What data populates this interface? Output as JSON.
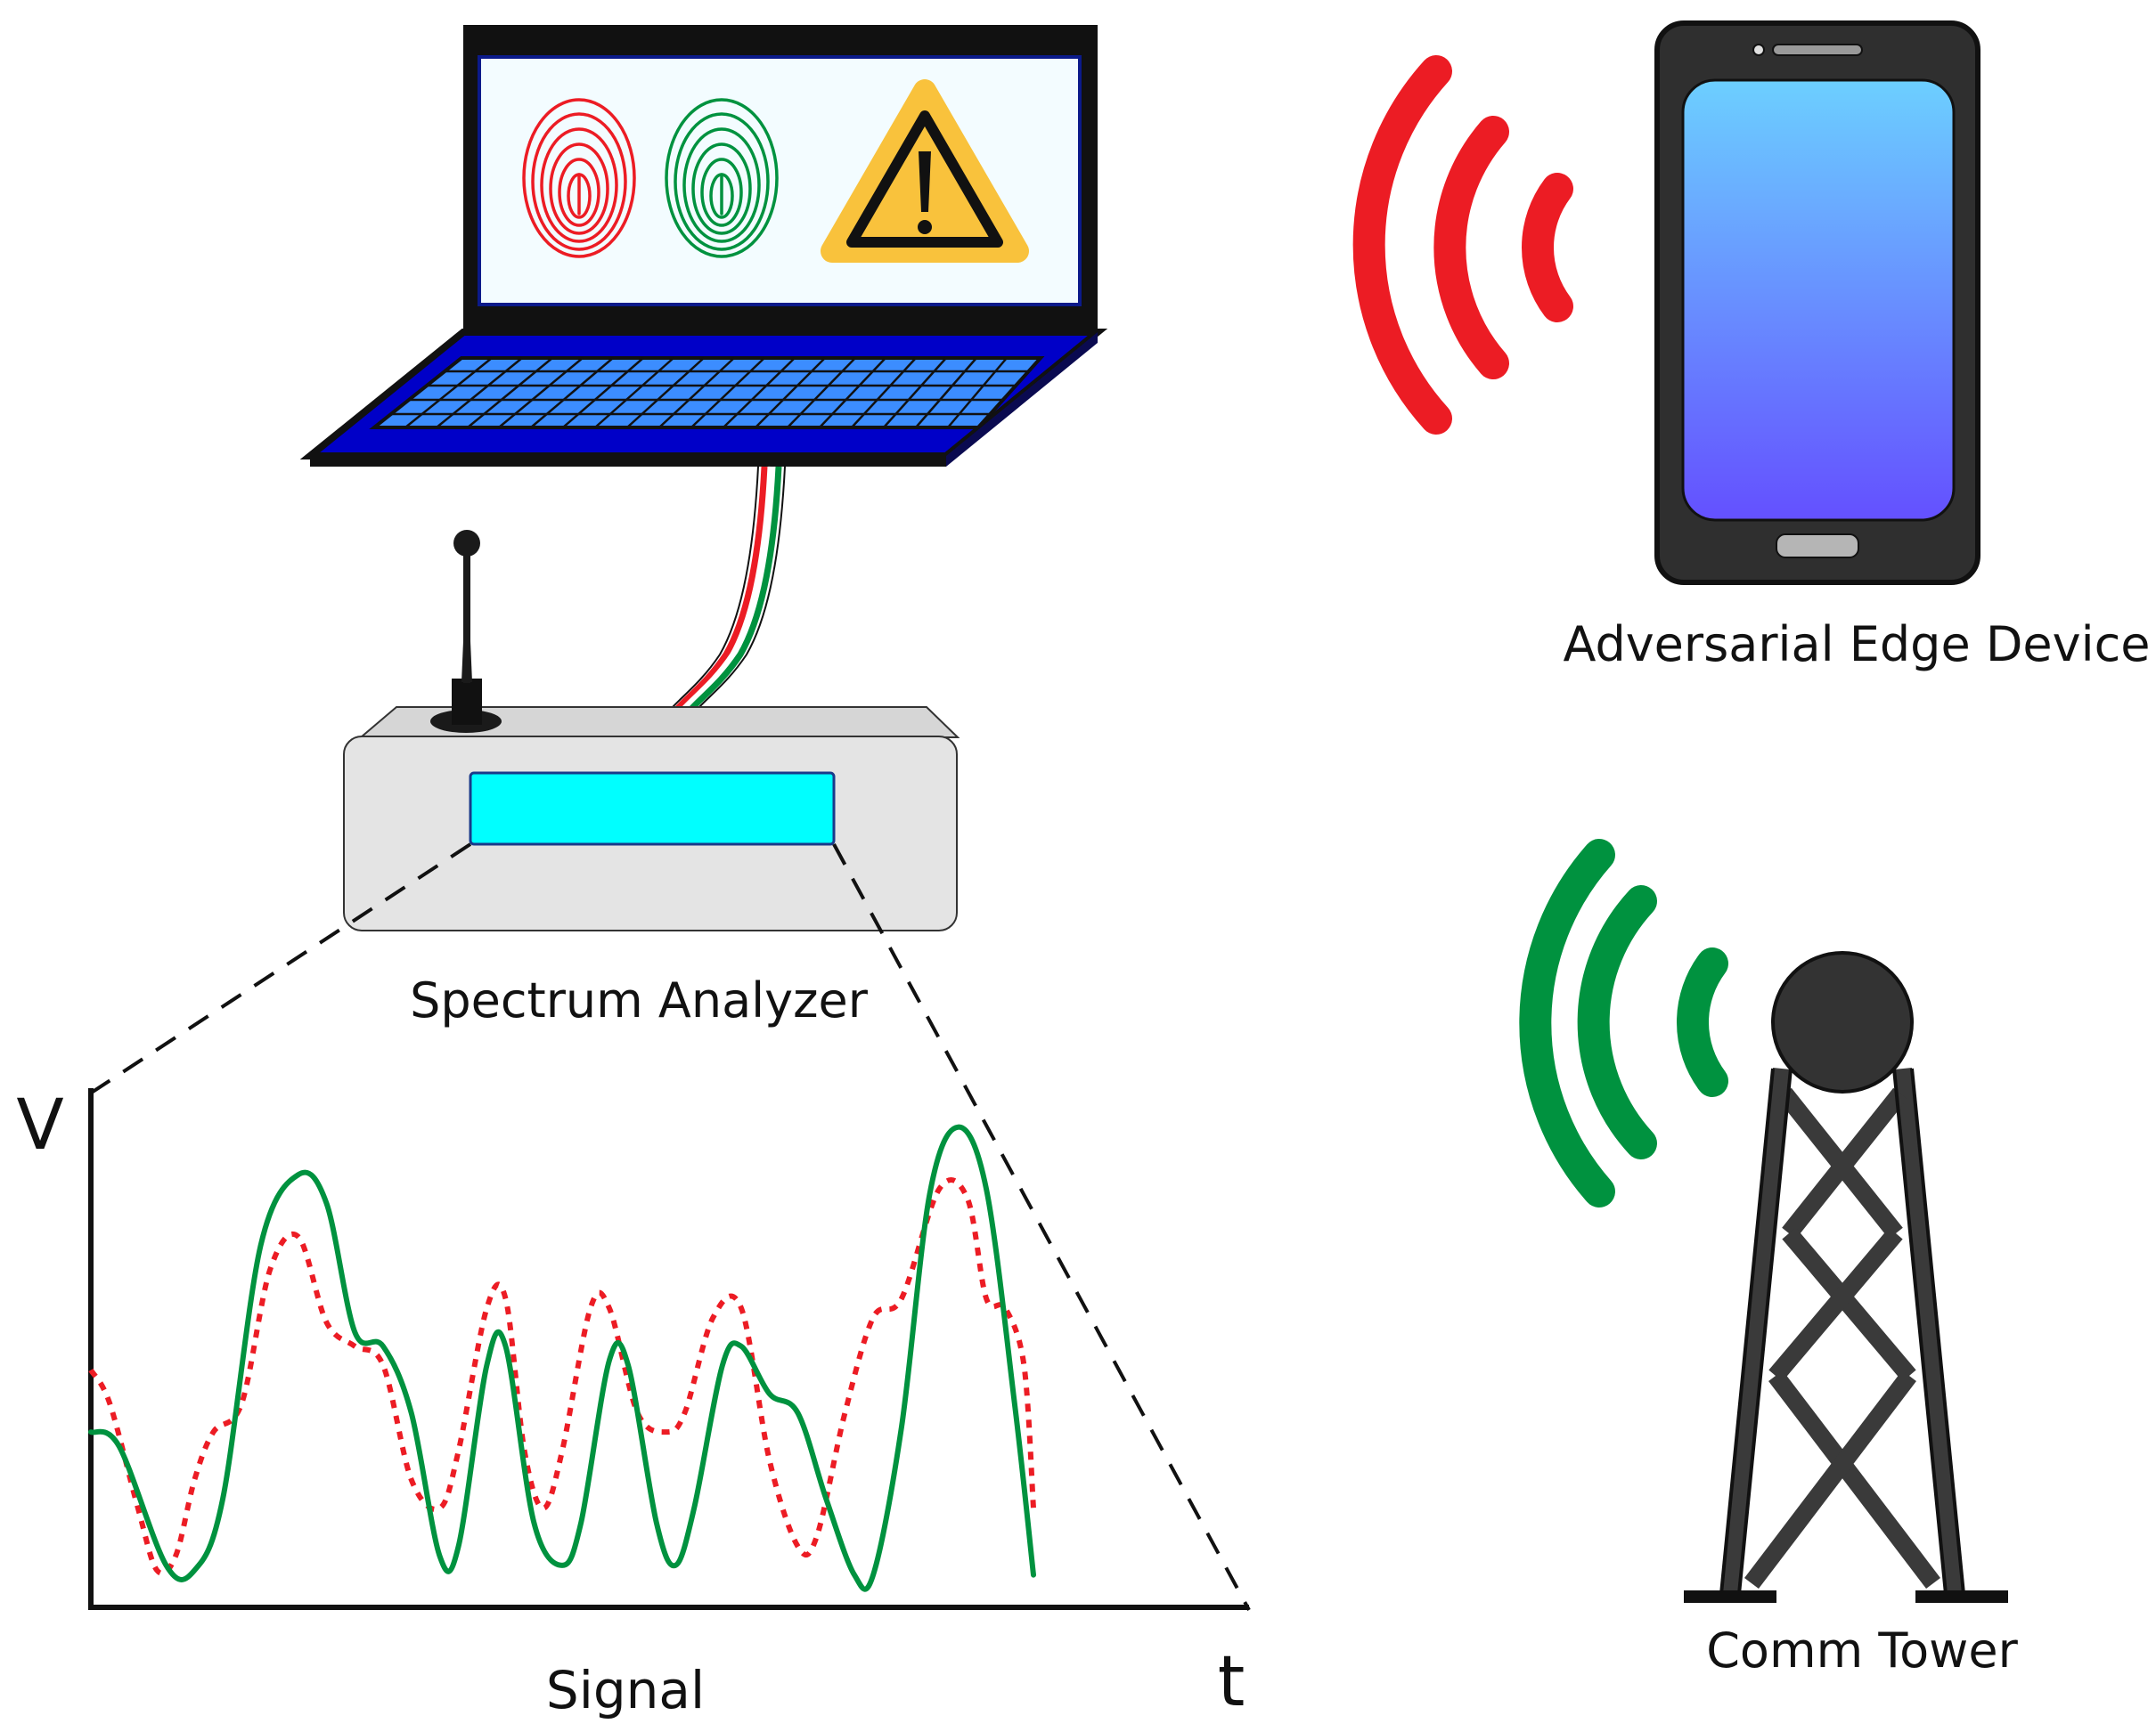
{
  "labels": {
    "phone": "Adversarial Edge Device",
    "analyzer": "Spectrum Analyzer",
    "tower": "Comm Tower",
    "signal": "Signal",
    "v_axis": "V",
    "t_axis": "t"
  },
  "icons": {
    "laptop": "laptop-icon",
    "fingerprint_red": "fingerprint-icon",
    "fingerprint_green": "fingerprint-icon",
    "warning": "warning-triangle-icon",
    "phone": "smartphone-icon",
    "analyzer": "spectrum-analyzer-icon",
    "tower": "radio-tower-icon"
  },
  "colors": {
    "red": "#ec1c24",
    "green": "#00923f",
    "laptop_blue": "#0000c8",
    "key_blue": "#3c8dff",
    "screen_cyan": "#00ffff",
    "warning_yellow": "#f9c23c",
    "phone_gradient_top": "#6ccfff",
    "phone_gradient_bottom": "#6450ff",
    "tower_gray": "#3a3a3a"
  },
  "chart_data": {
    "type": "line",
    "xlabel": "t",
    "ylabel": "V",
    "title": "",
    "caption": "Signal",
    "series": [
      {
        "style": "solid",
        "color": "#00923f",
        "points": [
          [
            0,
            0.34
          ],
          [
            0.03,
            0.31
          ],
          [
            0.08,
            0.06
          ],
          [
            0.11,
            0.05
          ],
          [
            0.14,
            0.2
          ],
          [
            0.18,
            0.73
          ],
          [
            0.22,
            0.88
          ],
          [
            0.25,
            0.82
          ],
          [
            0.28,
            0.55
          ],
          [
            0.31,
            0.52
          ],
          [
            0.34,
            0.38
          ],
          [
            0.37,
            0.08
          ],
          [
            0.39,
            0.1
          ],
          [
            0.42,
            0.48
          ],
          [
            0.44,
            0.52
          ],
          [
            0.47,
            0.15
          ],
          [
            0.5,
            0.06
          ],
          [
            0.52,
            0.15
          ],
          [
            0.55,
            0.49
          ],
          [
            0.57,
            0.48
          ],
          [
            0.6,
            0.15
          ],
          [
            0.62,
            0.06
          ],
          [
            0.64,
            0.18
          ],
          [
            0.67,
            0.48
          ],
          [
            0.69,
            0.52
          ],
          [
            0.72,
            0.42
          ],
          [
            0.75,
            0.38
          ],
          [
            0.78,
            0.2
          ],
          [
            0.81,
            0.04
          ],
          [
            0.83,
            0.04
          ],
          [
            0.86,
            0.35
          ],
          [
            0.89,
            0.84
          ],
          [
            0.92,
            0.98
          ],
          [
            0.95,
            0.85
          ],
          [
            0.98,
            0.4
          ],
          [
            1.0,
            0.04
          ]
        ]
      },
      {
        "style": "dotted",
        "color": "#ec1c24",
        "points": [
          [
            0,
            0.47
          ],
          [
            0.02,
            0.4
          ],
          [
            0.05,
            0.18
          ],
          [
            0.07,
            0.05
          ],
          [
            0.09,
            0.08
          ],
          [
            0.11,
            0.24
          ],
          [
            0.13,
            0.34
          ],
          [
            0.16,
            0.4
          ],
          [
            0.19,
            0.68
          ],
          [
            0.22,
            0.75
          ],
          [
            0.25,
            0.57
          ],
          [
            0.28,
            0.52
          ],
          [
            0.31,
            0.48
          ],
          [
            0.34,
            0.24
          ],
          [
            0.37,
            0.18
          ],
          [
            0.39,
            0.3
          ],
          [
            0.42,
            0.6
          ],
          [
            0.44,
            0.62
          ],
          [
            0.46,
            0.3
          ],
          [
            0.48,
            0.18
          ],
          [
            0.5,
            0.3
          ],
          [
            0.53,
            0.6
          ],
          [
            0.55,
            0.6
          ],
          [
            0.58,
            0.38
          ],
          [
            0.61,
            0.34
          ],
          [
            0.63,
            0.38
          ],
          [
            0.66,
            0.58
          ],
          [
            0.69,
            0.6
          ],
          [
            0.72,
            0.28
          ],
          [
            0.75,
            0.1
          ],
          [
            0.77,
            0.12
          ],
          [
            0.8,
            0.38
          ],
          [
            0.83,
            0.58
          ],
          [
            0.86,
            0.62
          ],
          [
            0.9,
            0.85
          ],
          [
            0.93,
            0.83
          ],
          [
            0.95,
            0.62
          ],
          [
            0.97,
            0.6
          ],
          [
            0.99,
            0.48
          ],
          [
            1.0,
            0.18
          ]
        ]
      }
    ]
  }
}
